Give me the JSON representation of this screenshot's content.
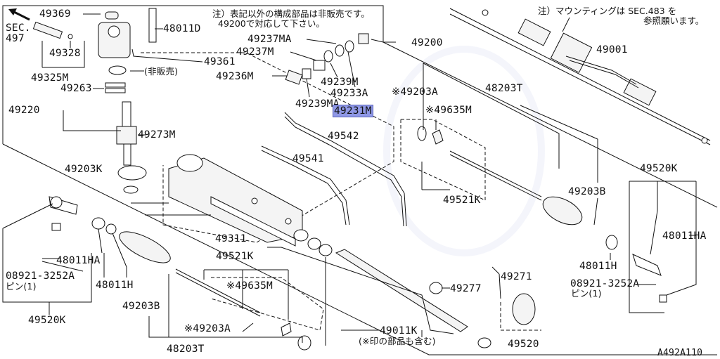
{
  "notes": {
    "top_center_line1": "注）表記以外の構成部品は非販売です。",
    "top_center_line2": "49200で対応して下さい。",
    "top_right_line1": "注）マウンティングは SEC.483 を",
    "top_right_line2": "参照願います。"
  },
  "sec_ref": {
    "line1": "SEC.",
    "line2": "497"
  },
  "labels": {
    "p49369": "49369",
    "p48011D": "48011D",
    "p49328": "49328",
    "p49325M": "49325M",
    "p49361": "49361",
    "hihanbai": "(非販売)",
    "p49263": "49263",
    "p49237MA": "49237MA",
    "p49237M": "49237M",
    "p49236M": "49236M",
    "p49239M": "49239M",
    "p49233A": "49233A",
    "p49239MA": "49239MA",
    "p49231M": "49231M",
    "p49200": "49200",
    "p49001": "49001",
    "p49220": "49220",
    "p49273M": "49273M",
    "p49542": "49542",
    "p49541": "49541",
    "p49203A_top": "※49203A",
    "p48203T_top": "48203T",
    "p49635M_top": "※49635M",
    "p49203K": "49203K",
    "p49521K_right": "49521K",
    "p49203B_right": "49203B",
    "p49520K_right": "49520K",
    "p48011HA_right": "48011HA",
    "p49311": "49311",
    "p48011H_right": "48011H",
    "p08921_right": "08921-3252A",
    "pin_right": "ピン(1)",
    "p49521K_bottom": "49521K",
    "p49271": "49271",
    "p48011HA_left": "48011HA",
    "p08921_left": "08921-3252A",
    "pin_left": "ピン(1)",
    "p48011H_left": "48011H",
    "p49635M_bottom": "※49635M",
    "p49277": "49277",
    "p49520K_left": "49520K",
    "p49203B_left": "49203B",
    "p49203A_bottom": "※49203A",
    "p49011K": "49011K",
    "p49011K_note": "(※印の部品も含む)",
    "p49520": "49520",
    "p48203T_bottom": "48203T",
    "diagram_code": "A492A110"
  },
  "icons": {
    "front_arrow": "arrow-up-left-icon"
  }
}
